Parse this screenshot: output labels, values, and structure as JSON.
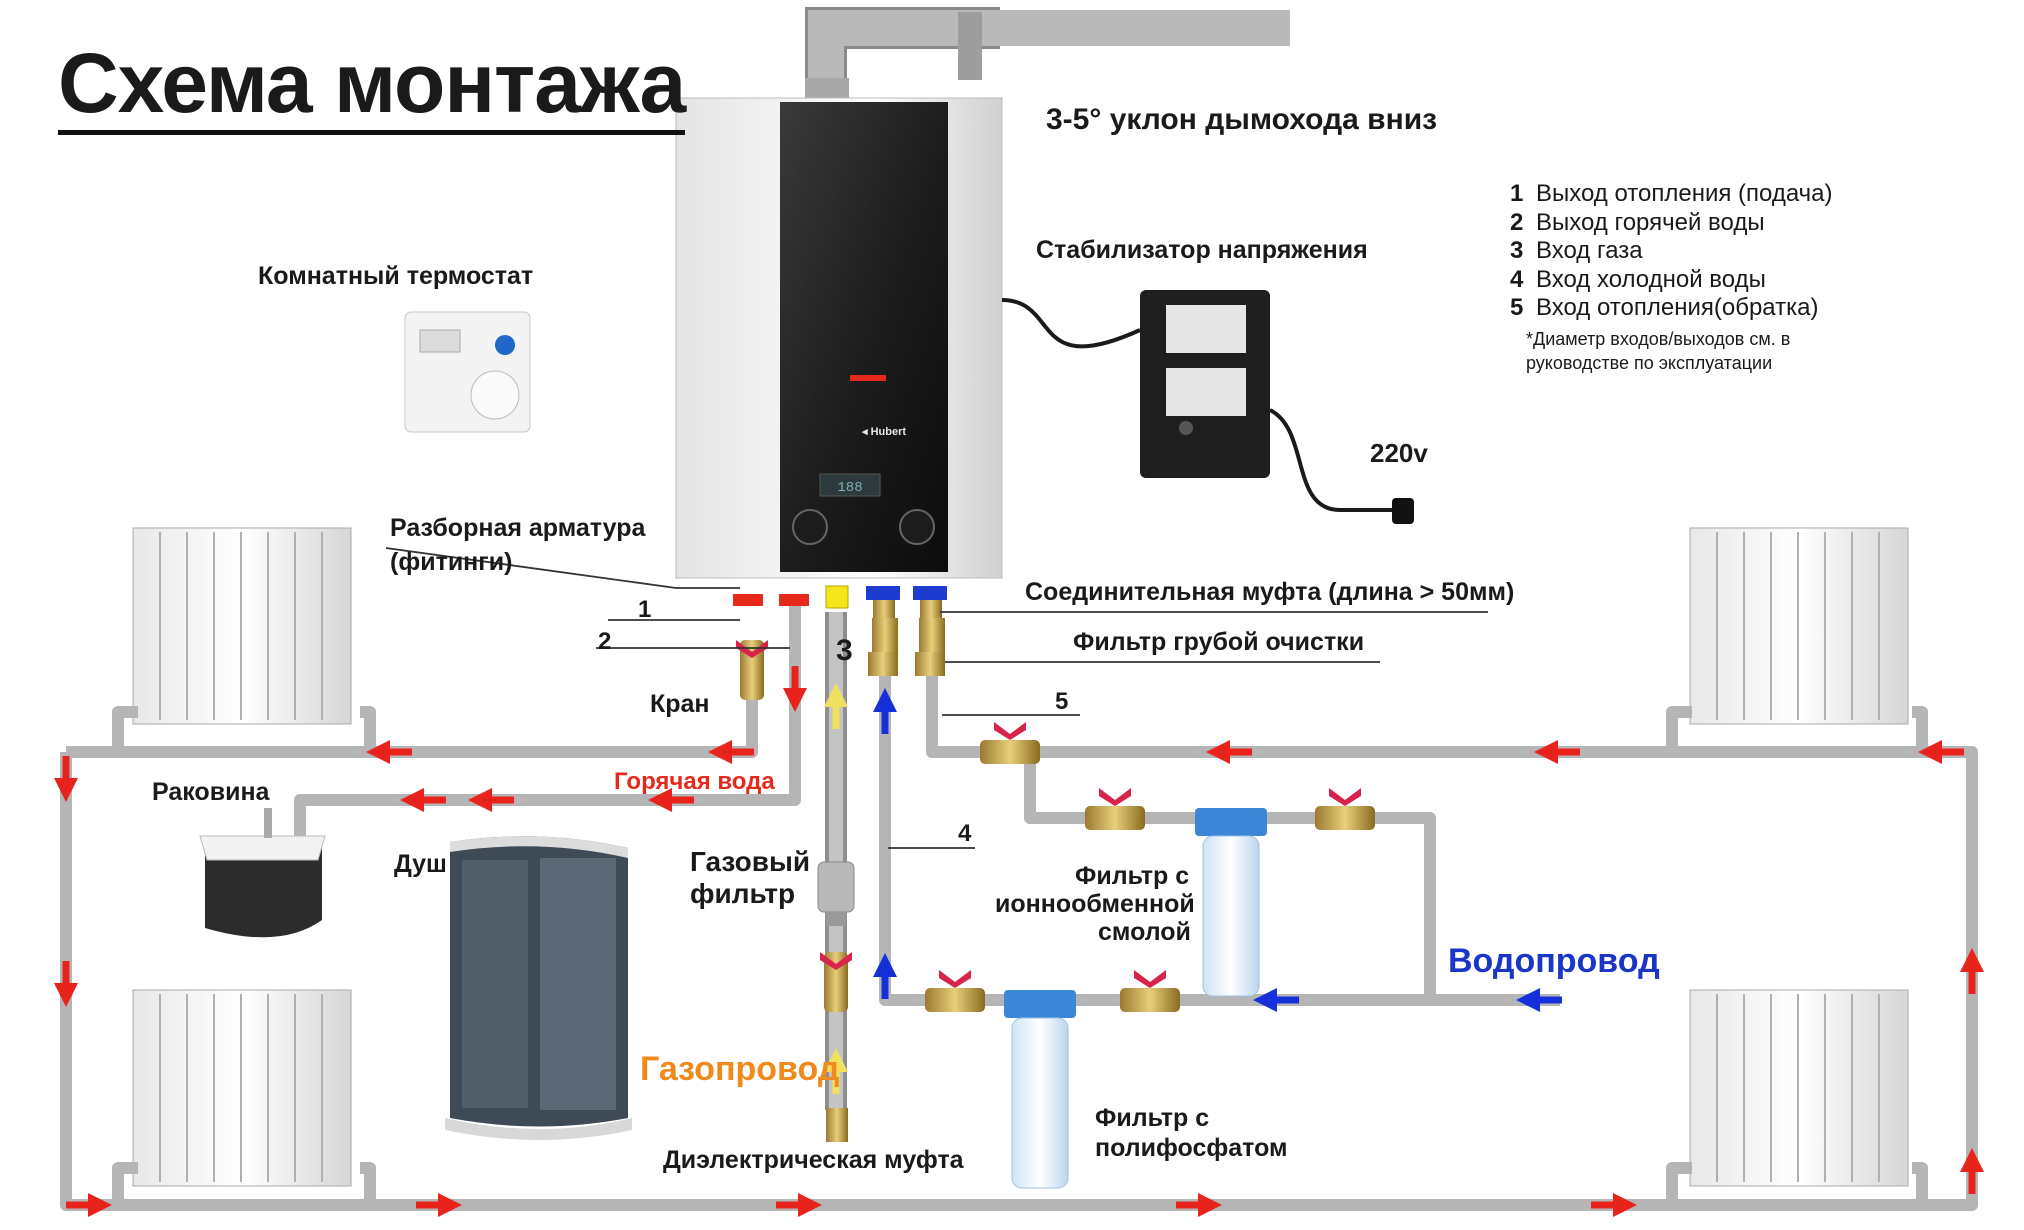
{
  "title": "Схема монтажа",
  "labels": {
    "chimney": "3-5° уклон дымохода вниз",
    "thermostat": "Комнатный термостат",
    "stabilizer": "Стабилизатор напряжения",
    "voltage": "220v",
    "fittings_1": "Разборная арматура",
    "fittings_2": "(фитинги)",
    "coupling": "Соединительная муфта (длина > 50мм)",
    "coarse_filter": "Фильтр грубой очистки",
    "valve": "Кран",
    "hot_water": "Горячая вода",
    "sink": "Раковина",
    "shower": "Душ",
    "gas_filter_1": "Газовый",
    "gas_filter_2": "фильтр",
    "ion_filter_1": "Фильтр с",
    "ion_filter_2": "ионнообменной",
    "ion_filter_3": "смолой",
    "water_supply": "Водопровод",
    "gas_pipe": "Газопровод",
    "dielectric": "Диэлектрическая муфта",
    "poly_filter_1": "Фильтр с",
    "poly_filter_2": "полифосфатом"
  },
  "pipe_numbers": [
    "1",
    "2",
    "3",
    "4",
    "5"
  ],
  "legend": {
    "items": [
      {
        "num": "1",
        "text": "Выход отопления (подача)"
      },
      {
        "num": "2",
        "text": "Выход горячей воды"
      },
      {
        "num": "3",
        "text": "Вход газа"
      },
      {
        "num": "4",
        "text": "Вход холодной воды"
      },
      {
        "num": "5",
        "text": "Вход отопления(обратка)"
      }
    ],
    "note_1": "*Диаметр входов/выходов см. в",
    "note_2": "руководстве по эксплуатации"
  },
  "boiler": {
    "brand": "Hubert",
    "display": "188"
  },
  "colors": {
    "pipe": "#b7b7b7",
    "hot": "#e8231c",
    "cold": "#1530d8",
    "gas": "#f0e060",
    "gas_label": "#f08a1c",
    "water_label": "#1a35c8"
  }
}
